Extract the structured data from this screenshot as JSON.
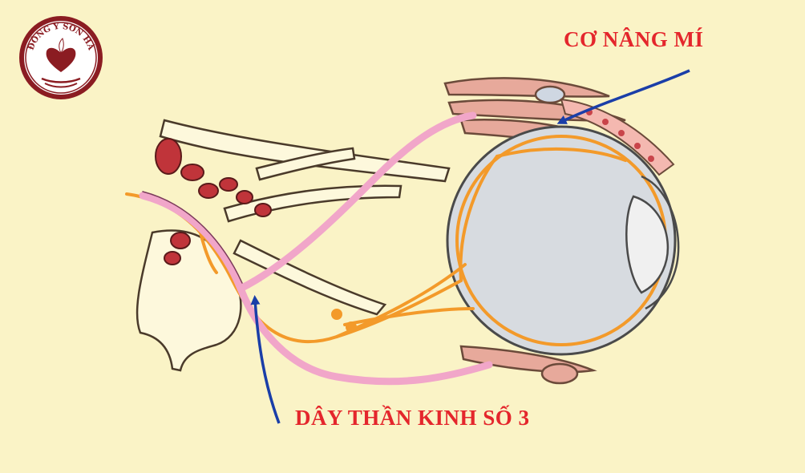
{
  "logo": {
    "text": "ĐÔNG Y SƠN HÀ",
    "color": "#8b1c22"
  },
  "labels": {
    "levator_muscle": "CƠ NÂNG MÍ",
    "oculomotor_nerve": "DÂY THẦN KINH SỐ 3"
  },
  "colors": {
    "background": "#faf3c6",
    "label_text": "#e4262c",
    "arrow": "#1a3ea8",
    "nerve_orange": "#f39a2a",
    "nerve_pink": "#f1a6c9",
    "muscle": "#e7a99b",
    "eyeball": "#d7dbe0",
    "cream_tissue": "#fdf8dc",
    "vessel_red": "#c0343a"
  },
  "icons": {
    "logo": "heart-leaf-emblem",
    "pointer": "arrow"
  }
}
